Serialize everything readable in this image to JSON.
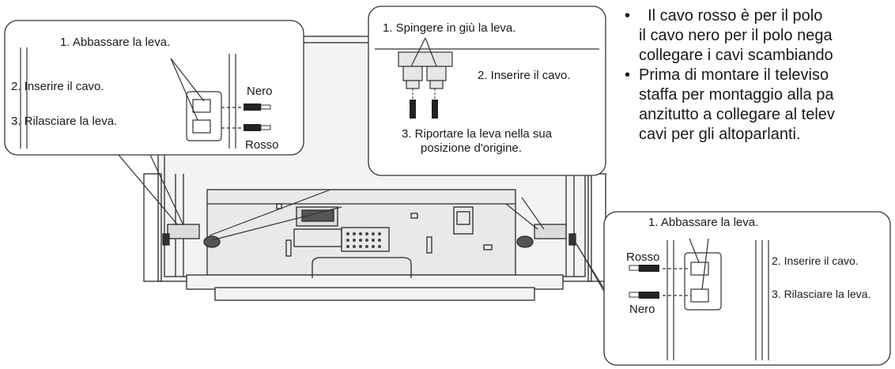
{
  "callout_left": {
    "step1": "1. Abbassare la leva.",
    "step2": "2. Inserire il cavo.",
    "step3": "3.  Rilasciare la leva.",
    "wire_top": "Nero",
    "wire_bottom": "Rosso"
  },
  "callout_center": {
    "step1": "1. Spingere in giù la leva.",
    "step2": "2. Inserire il cavo.",
    "step3_line1": "3.  Riportare la leva nella sua",
    "step3_line2": "posizione d'origine."
  },
  "callout_right": {
    "step1": "1. Abbassare la leva.",
    "step2": "2. Inserire il cavo.",
    "step3": "3. Rilasciare la leva.",
    "wire_top": "Rosso",
    "wire_bottom": "Nero"
  },
  "notes": [
    {
      "bullet": "•",
      "lines": [
        "  Il cavo rosso è per il polo",
        "il cavo nero per il polo nega",
        "collegare i cavi scambiando"
      ]
    },
    {
      "bullet": "•",
      "lines": [
        "Prima di montare il televiso",
        "staffa per montaggio alla pa",
        "anzitutto a collegare al telev",
        "cavi per gli altoparlanti."
      ]
    }
  ]
}
